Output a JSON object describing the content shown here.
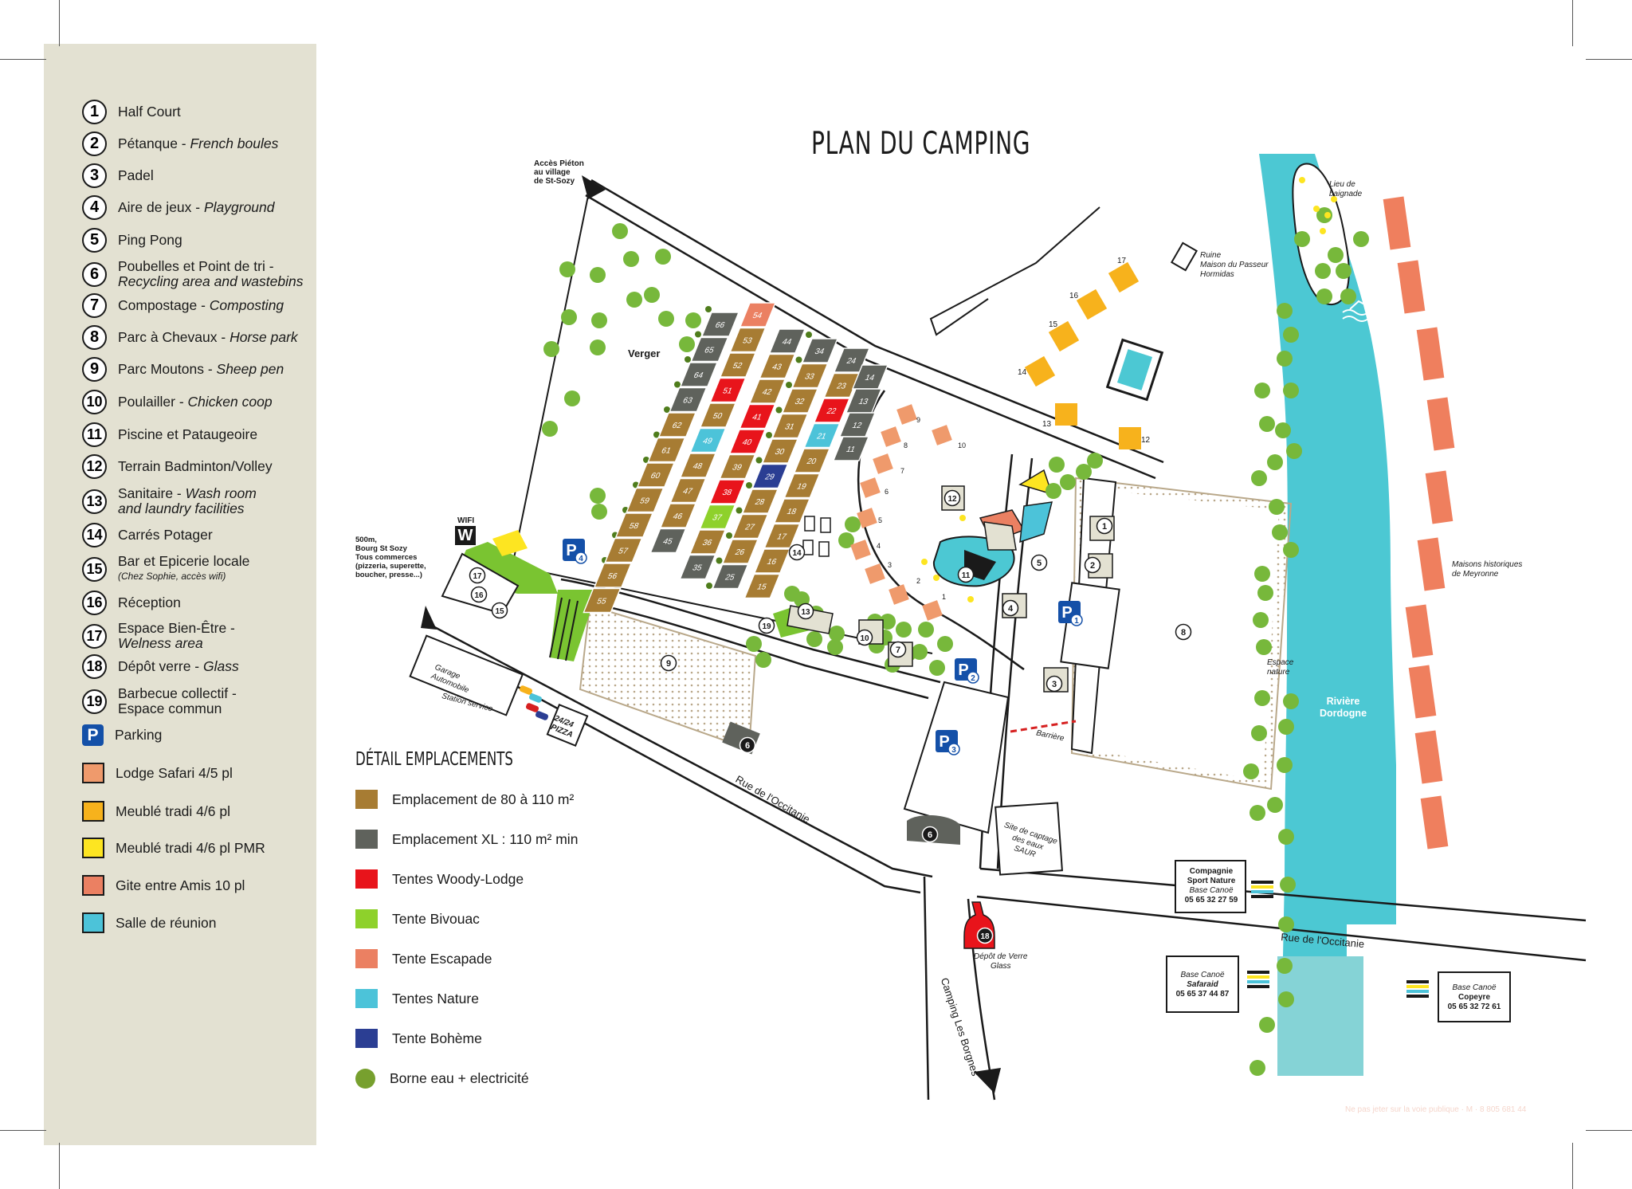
{
  "title": "PLAN DU CAMPING",
  "legend": [
    {
      "num": "1",
      "text": "Half Court",
      "italic": ""
    },
    {
      "num": "2",
      "text": "Pétanque - ",
      "italic": "French boules"
    },
    {
      "num": "3",
      "text": "Padel",
      "italic": ""
    },
    {
      "num": "4",
      "text": "Aire de jeux - ",
      "italic": "Playground"
    },
    {
      "num": "5",
      "text": "Ping Pong",
      "italic": ""
    },
    {
      "num": "6",
      "text": "Poubelles et Point de tri -",
      "italic": "Recycling area and wastebins"
    },
    {
      "num": "7",
      "text": "Compostage - ",
      "italic": "Composting"
    },
    {
      "num": "8",
      "text": "Parc à Chevaux - ",
      "italic": "Horse park"
    },
    {
      "num": "9",
      "text": "Parc Moutons - ",
      "italic": "Sheep pen"
    },
    {
      "num": "10",
      "text": "Poulailler - ",
      "italic": "Chicken coop"
    },
    {
      "num": "11",
      "text": "Piscine et Pataugeoire",
      "italic": ""
    },
    {
      "num": "12",
      "text": "Terrain Badminton/Volley",
      "italic": ""
    },
    {
      "num": "13",
      "text": "Sanitaire - ",
      "italic": "Wash room",
      "line2": "and laundry facilities"
    },
    {
      "num": "14",
      "text": "Carrés Potager",
      "italic": ""
    },
    {
      "num": "15",
      "text": "Bar et Epicerie locale",
      "small": "(Chez Sophie, accès wifi)"
    },
    {
      "num": "16",
      "text": "Réception",
      "italic": ""
    },
    {
      "num": "17",
      "text": "Espace Bien-Être -",
      "italic": "Welness area"
    },
    {
      "num": "18",
      "text": "Dépôt verre - ",
      "italic": "Glass"
    },
    {
      "num": "19",
      "text": "Barbecue collectif -",
      "plain2": "Espace commun"
    }
  ],
  "legend_parking": {
    "icon": "P",
    "text": "Parking"
  },
  "legend_types": [
    {
      "text": "Lodge Safari 4/5 pl",
      "color": "#ef9a6c"
    },
    {
      "text": "Meublé tradi 4/6 pl",
      "color": "#f7b21c"
    },
    {
      "text": "Meublé tradi 4/6 pl PMR",
      "color": "#fde521"
    },
    {
      "text": "Gite entre Amis 10 pl",
      "color": "#eb8062"
    },
    {
      "text": "Salle de réunion",
      "color": "#4cc3d9"
    }
  ],
  "detail": {
    "title": "DÉTAIL EMPLACEMENTS",
    "items": [
      {
        "text": "Emplacement de 80 à 110 m²",
        "color": "#a77c33"
      },
      {
        "text": "Emplacement XL : 110 m² min",
        "color": "#5f625c"
      },
      {
        "text": "Tentes Woody-Lodge",
        "color": "#e8141b"
      },
      {
        "text": "Tente Bivouac",
        "color": "#8ed12b"
      },
      {
        "text": "Tente Escapade",
        "color": "#eb8062"
      },
      {
        "text": "Tentes Nature",
        "color": "#4cc3d9"
      },
      {
        "text": "Tente Bohème",
        "color": "#2b3e93"
      },
      {
        "text": "Borne eau + electricité",
        "color": "#77a02e"
      }
    ]
  },
  "labels": {
    "acces": [
      "Accès Piéton",
      "au village",
      "de St-Sozy"
    ],
    "bourg": [
      "500m,",
      "Bourg St Sozy",
      "Tous commerces",
      "(pizzeria, superette,",
      "boucher, presse...)"
    ],
    "wifi": "WIFI",
    "wifi_icon": "W",
    "verger": "Verger",
    "ruine": [
      "Ruine",
      "Maison du Passeur",
      "Hormidas"
    ],
    "lieu": [
      "Lieu de",
      "baignade"
    ],
    "maisons": [
      "Maisons historiques",
      "de Meyronne"
    ],
    "riviere": [
      "Rivière",
      "Dordogne"
    ],
    "espace_nature": [
      "Espace",
      "nature"
    ],
    "barriere": "Barrière",
    "garage": [
      "Garage",
      "Automobile"
    ],
    "station": "Station service",
    "pizza": [
      "24/24",
      "PIZZA"
    ],
    "rue_occitanie_1": "Rue de l'Occitanie",
    "rue_occitanie_2": "Rue de l'Occitanie",
    "camping_borgnes": "Camping Les Borgnes",
    "captage": [
      "Site de captage",
      "des eaux",
      "SAUR"
    ],
    "depot": [
      "Dépôt de Verre",
      "Glass"
    ],
    "compagnie": [
      "Compagnie",
      "Sport Nature",
      "Base Canoë",
      "05 65 32 27 59"
    ],
    "safaraid": [
      "Base Canoë",
      "Safaraid",
      "05 65 37 44 87"
    ],
    "copeyre": [
      "Base Canoë",
      "Copeyre",
      "05 65 32 72 61"
    ],
    "footnote": "Ne pas jeter sur la voie publique · M · 8 805 681 44"
  },
  "parkings": [
    "1",
    "2",
    "3",
    "4"
  ],
  "col_a": [
    {
      "n": "66",
      "t": "xl"
    },
    {
      "n": "65",
      "t": "xl"
    },
    {
      "n": "64",
      "t": "xl"
    },
    {
      "n": "63",
      "t": "xl"
    },
    {
      "n": "62",
      "t": "std"
    },
    {
      "n": "61",
      "t": "std"
    },
    {
      "n": "60",
      "t": "std"
    },
    {
      "n": "59",
      "t": "std"
    },
    {
      "n": "58",
      "t": "std"
    },
    {
      "n": "57",
      "t": "std"
    },
    {
      "n": "56",
      "t": "std"
    },
    {
      "n": "55",
      "t": "std"
    }
  ],
  "col_b": [
    {
      "n": "54",
      "t": "esc"
    },
    {
      "n": "53",
      "t": "std"
    },
    {
      "n": "52",
      "t": "std"
    },
    {
      "n": "51",
      "t": "woody"
    },
    {
      "n": "50",
      "t": "std"
    },
    {
      "n": "49",
      "t": "nat"
    },
    {
      "n": "48",
      "t": "std"
    },
    {
      "n": "47",
      "t": "std"
    },
    {
      "n": "46",
      "t": "std"
    },
    {
      "n": "45",
      "t": "xl"
    }
  ],
  "col_c": [
    {
      "n": "44",
      "t": "xl"
    },
    {
      "n": "43",
      "t": "std"
    },
    {
      "n": "42",
      "t": "std"
    },
    {
      "n": "41",
      "t": "woody"
    },
    {
      "n": "40",
      "t": "woody"
    },
    {
      "n": "39",
      "t": "std"
    },
    {
      "n": "38",
      "t": "woody"
    },
    {
      "n": "37",
      "t": "biv"
    },
    {
      "n": "36",
      "t": "std"
    },
    {
      "n": "35",
      "t": "xl"
    }
  ],
  "col_d": [
    {
      "n": "34",
      "t": "xl"
    },
    {
      "n": "33",
      "t": "std"
    },
    {
      "n": "32",
      "t": "std"
    },
    {
      "n": "31",
      "t": "std"
    },
    {
      "n": "30",
      "t": "std"
    },
    {
      "n": "29",
      "t": "boh"
    },
    {
      "n": "28",
      "t": "std"
    },
    {
      "n": "27",
      "t": "std"
    },
    {
      "n": "26",
      "t": "std"
    },
    {
      "n": "25",
      "t": "xl"
    }
  ],
  "col_e": [
    {
      "n": "24",
      "t": "xl"
    },
    {
      "n": "23",
      "t": "std"
    },
    {
      "n": "22",
      "t": "woody"
    },
    {
      "n": "21",
      "t": "nat"
    },
    {
      "n": "20",
      "t": "std"
    },
    {
      "n": "19",
      "t": "std"
    },
    {
      "n": "18",
      "t": "std"
    },
    {
      "n": "17",
      "t": "std"
    },
    {
      "n": "16",
      "t": "std"
    },
    {
      "n": "15",
      "t": "std"
    }
  ],
  "col_f": [
    {
      "n": "14",
      "t": "xl"
    },
    {
      "n": "13",
      "t": "xl"
    },
    {
      "n": "12",
      "t": "xl"
    },
    {
      "n": "11",
      "t": "xl"
    }
  ],
  "meubles": [
    "17",
    "16",
    "15",
    "14",
    "13",
    "12"
  ],
  "lodges": [
    "9",
    "8",
    "7",
    "6",
    "5",
    "4",
    "3",
    "2",
    "1",
    "10"
  ],
  "map_numbers": [
    "1",
    "2",
    "3",
    "4",
    "5",
    "6",
    "6",
    "7",
    "8",
    "9",
    "10",
    "11",
    "12",
    "13",
    "14",
    "15",
    "16",
    "17",
    "18",
    "19"
  ]
}
